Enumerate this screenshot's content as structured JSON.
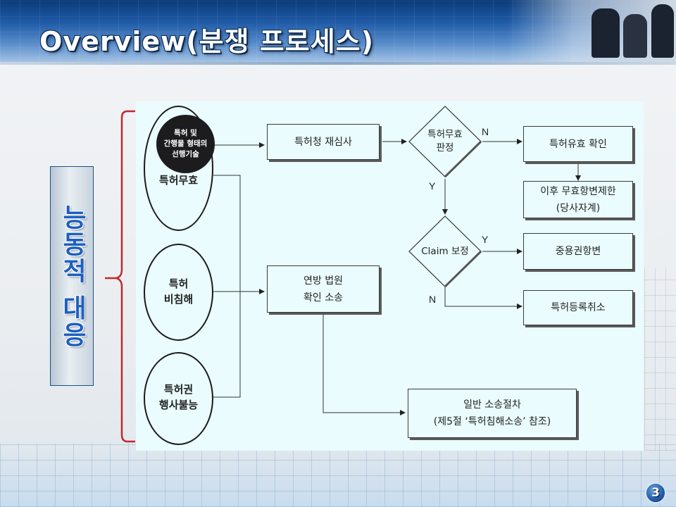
{
  "slide": {
    "title": "Overview(분쟁 프로세스)",
    "side_label": "능동적 대응",
    "page_number": "3"
  },
  "diagram": {
    "ellipses": {
      "invalidity": {
        "circle_lines": [
          "특허 및",
          "간행물 형태의",
          "선행기술"
        ],
        "label": "특허무효"
      },
      "non_infringement": {
        "label_lines": [
          "특허",
          "비침해"
        ]
      },
      "unenforceability": {
        "label_lines": [
          "특허권",
          "행사불능"
        ]
      }
    },
    "boxes": {
      "reexam": "특허청 재심사",
      "valid_confirm": "특허유효 확인",
      "restriction": [
        "이후 무효항변제한",
        "(당사자계)"
      ],
      "intervening": "중용권항변",
      "cancel": "특허등록취소",
      "federal": [
        "연방 법원",
        "확인 소송"
      ],
      "general": [
        "일반 소송절차",
        "(제5절 ‘특허침해소송’ 참조)"
      ]
    },
    "diamonds": {
      "decision": [
        "특허무효",
        "판정"
      ],
      "claim": "Claim 보정"
    },
    "branch_labels": {
      "decision_right": "N",
      "decision_down": "Y",
      "claim_right": "Y",
      "claim_down": "N"
    }
  },
  "colors": {
    "header_blue": "#1f5aa6",
    "side_text": "#1d5fc0",
    "brace_red": "#c0282f",
    "panel_bg": "#eafcfd"
  }
}
